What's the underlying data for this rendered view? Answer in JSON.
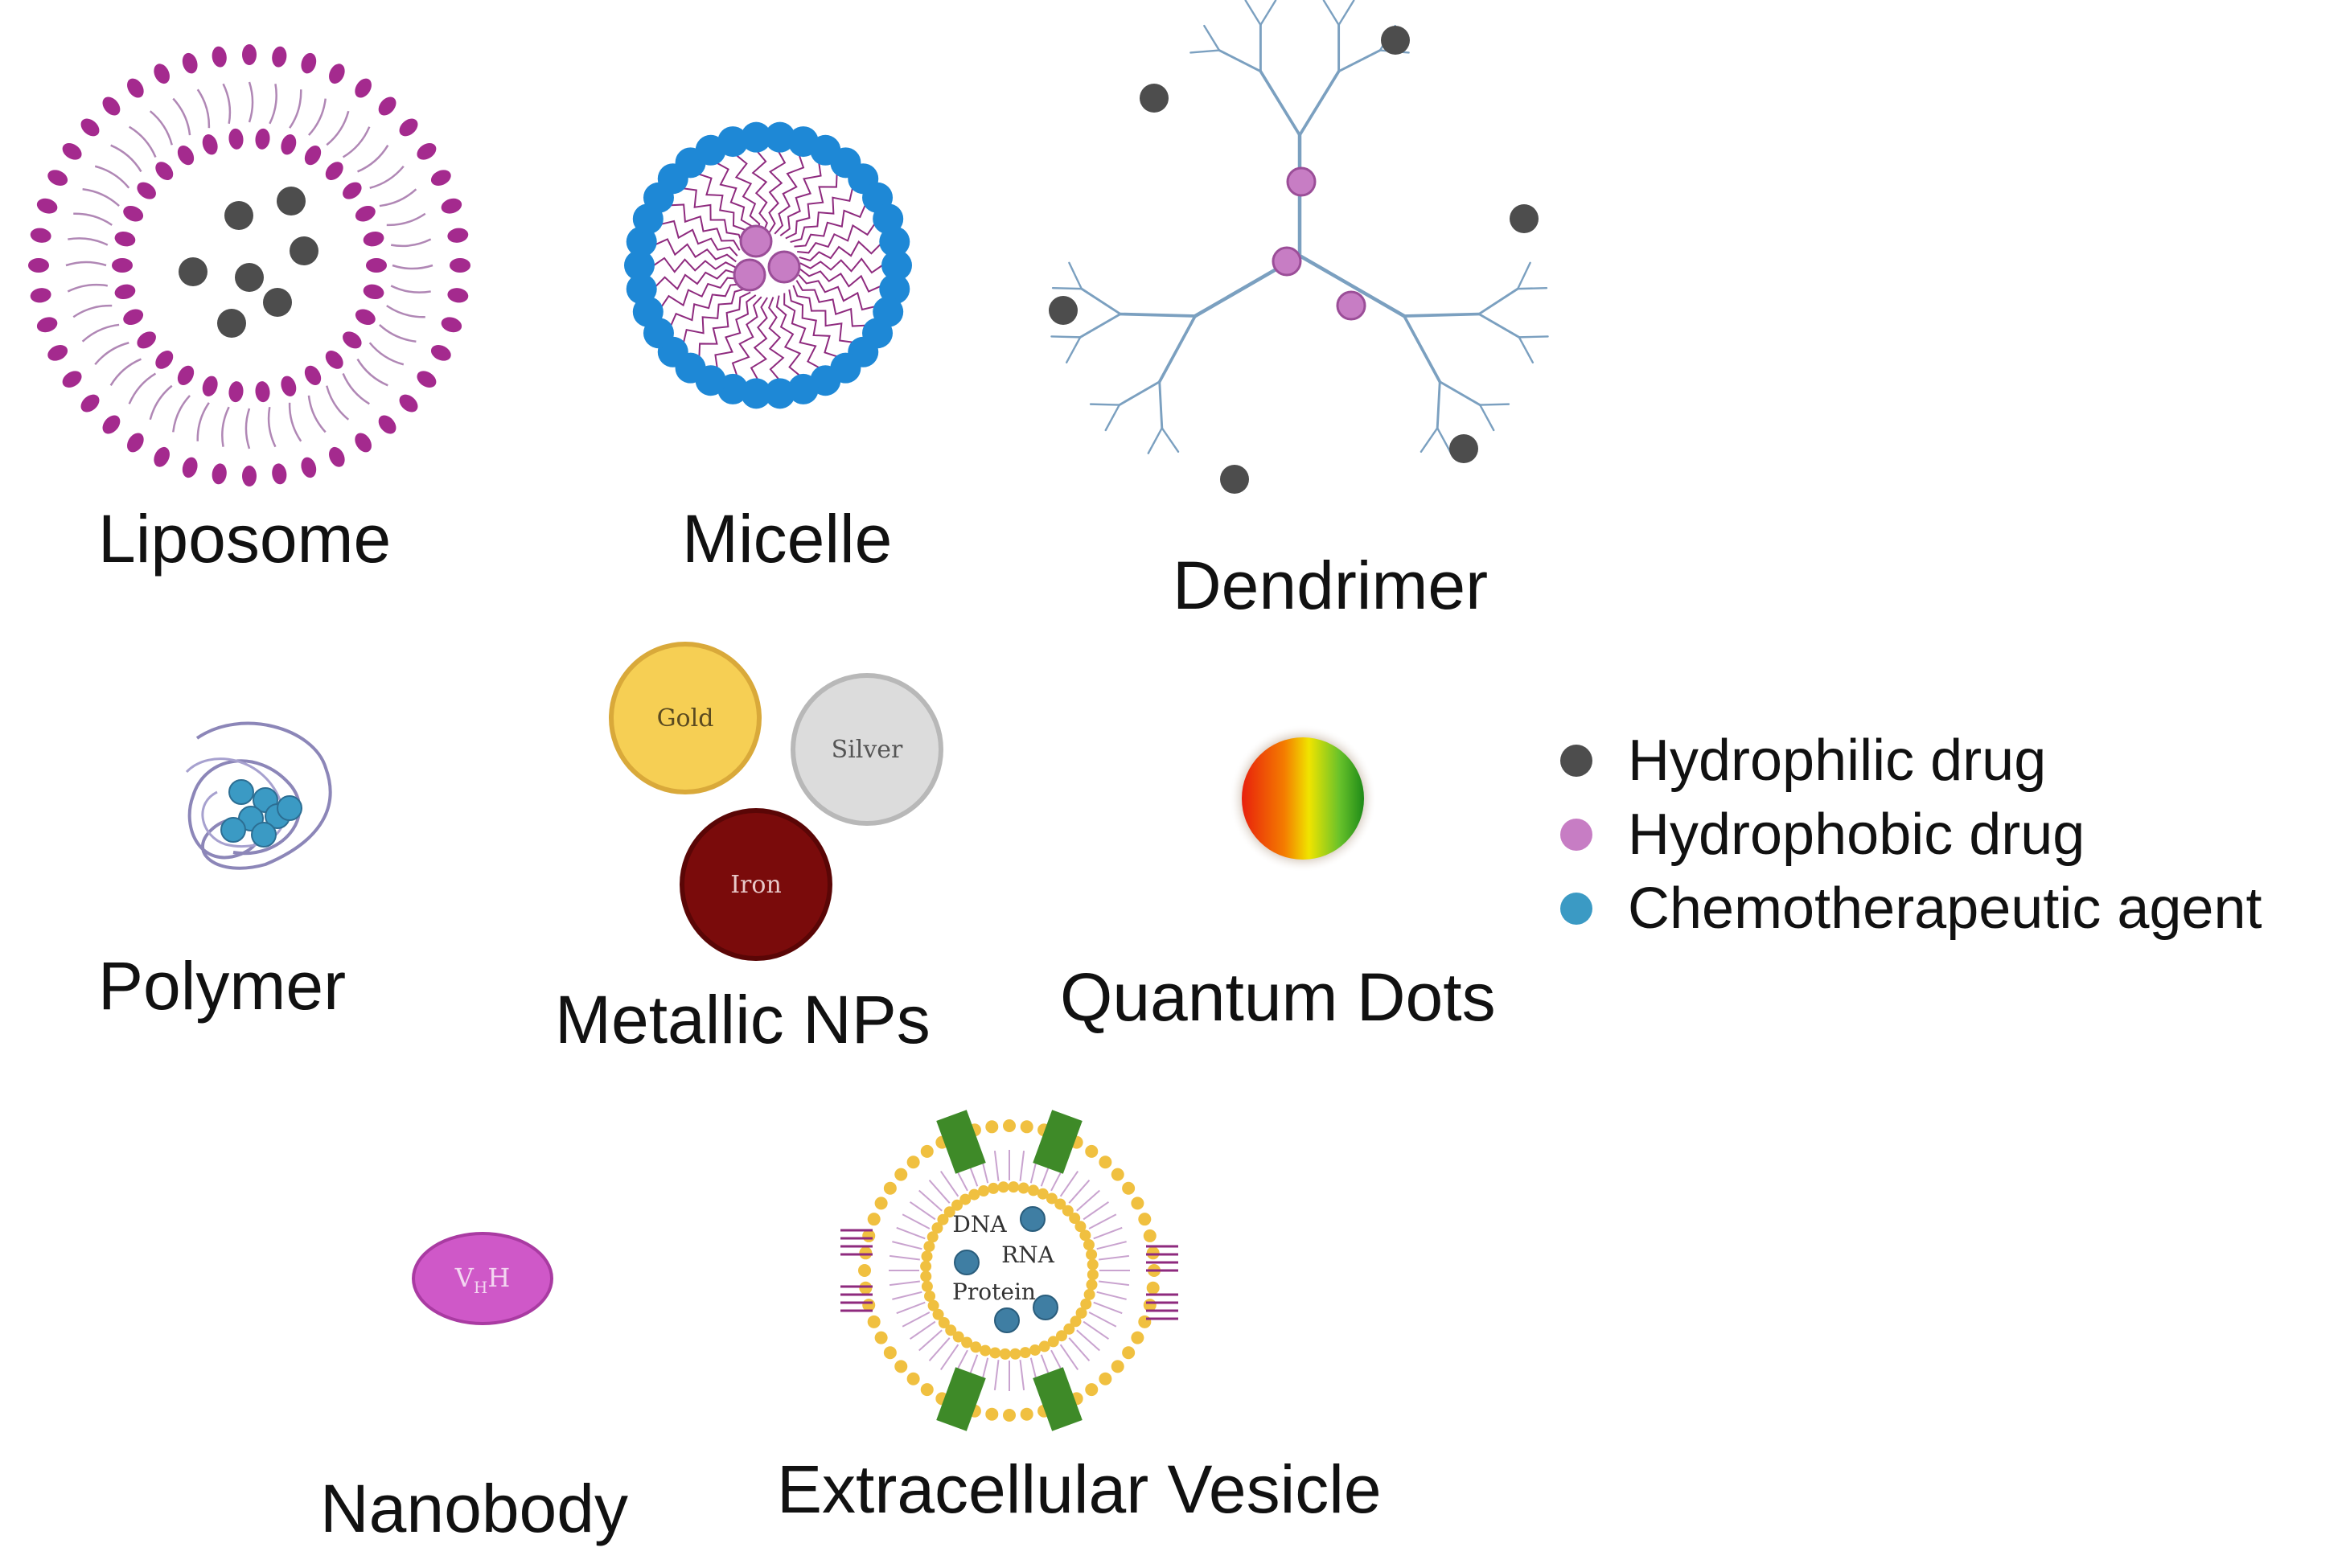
{
  "carriers": {
    "liposome": "Liposome",
    "micelle": "Micelle",
    "dendrimer": "Dendrimer",
    "polymer": "Polymer",
    "metallic": "Metallic NPs",
    "quantum_dots": "Quantum Dots",
    "nanobody": "Nanobody",
    "extracellular_vesicle": "Extracellular Vesicle"
  },
  "metals": {
    "gold": "Gold",
    "silver": "Silver",
    "iron": "Iron"
  },
  "nanobody_label": {
    "main": "V",
    "sub": "H",
    "tail": "H"
  },
  "ev_cargo": {
    "dna": "DNA",
    "rna": "RNA",
    "protein": "Protein"
  },
  "legend": [
    {
      "label": "Hydrophilic drug",
      "color": "#4d4d4d"
    },
    {
      "label": "Hydrophobic drug",
      "color": "#c77dc4"
    },
    {
      "label": "Chemotherapeutic agent",
      "color": "#3b9ac4"
    }
  ],
  "colors": {
    "liposome": "#a42a8e",
    "micelle_head": "#1e88d6",
    "dendrimer": "#7ba0c0",
    "gold": "#f6cf54",
    "silver": "#dcdcdc",
    "iron": "#7a0b0b",
    "nanobody": "#cf58c8",
    "ev_head": "#f0c040",
    "ev_channel": "#3e8a28"
  },
  "icons": {
    "legend_marker": "filled-circle"
  }
}
